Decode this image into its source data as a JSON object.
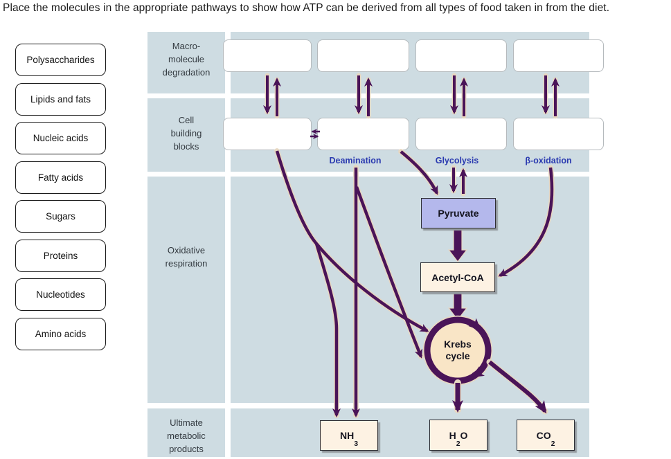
{
  "title": "Place the molecules in the appropriate pathways to show how ATP can be derived from all types of food taken in from the diet.",
  "colors": {
    "arrow-purple": "#4a1458",
    "arrow-halo": "#e7d7c1",
    "process-blue": "#2a3ab0",
    "panel-bg": "#cedce2",
    "pyruvate-fill": "#b4b8ec",
    "cream-fill": "#fdf2e3",
    "krebs-fill": "#f9e5c6",
    "box-shadow": "#949ba0"
  },
  "bank": {
    "items": [
      "Polysaccharides",
      "Lipids and fats",
      "Nucleic acids",
      "Fatty acids",
      "Sugars",
      "Proteins",
      "Nucleotides",
      "Amino acids"
    ]
  },
  "diagram": {
    "row_labels": [
      {
        "lines": [
          "Macro-",
          "molecule",
          "degradation"
        ]
      },
      {
        "lines": [
          "Cell",
          "building",
          "blocks"
        ]
      },
      {
        "lines": [
          "Oxidative",
          "respiration"
        ]
      },
      {
        "lines": [
          "Ultimate",
          "metabolic",
          "products"
        ]
      }
    ],
    "process_labels": {
      "deamination": "Deamination",
      "glycolysis": "Glycolysis",
      "beta_oxidation": "β-oxidation"
    },
    "nodes": {
      "pyruvate": "Pyruvate",
      "acetyl_coa": "Acetyl-CoA",
      "krebs": {
        "lines": [
          "Krebs",
          "cycle"
        ]
      }
    },
    "products": [
      {
        "base": "NH",
        "sub": "3",
        "tail": ""
      },
      {
        "base": "H",
        "sub": "2",
        "tail": "O"
      },
      {
        "base": "CO",
        "sub": "2",
        "tail": ""
      }
    ]
  }
}
